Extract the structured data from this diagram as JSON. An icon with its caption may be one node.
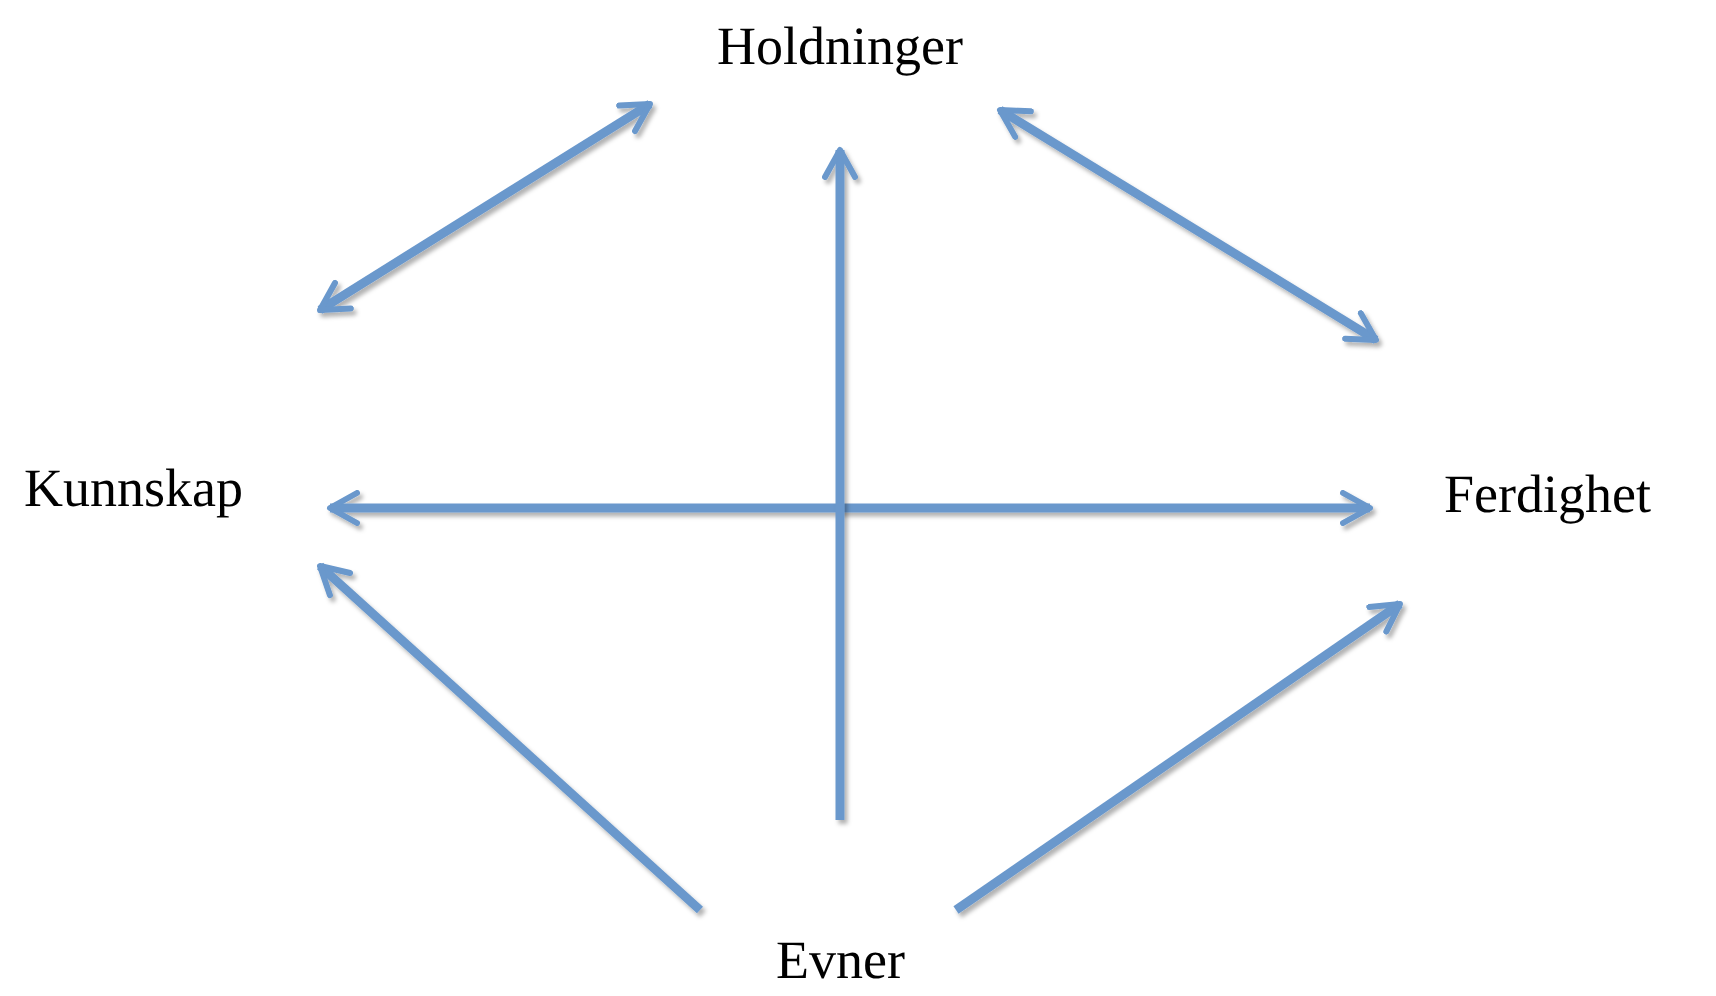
{
  "diagram": {
    "nodes": [
      {
        "text": [
          "Holdninger"
        ]
      },
      {
        "text": [
          "Kunnskap"
        ]
      },
      {
        "text": [
          "Ferdighet"
        ]
      },
      {
        "text": [
          "Evner"
        ]
      }
    ],
    "edges": [
      {
        "from": 0,
        "to": 1,
        "arrow": "both"
      },
      {
        "from": 0,
        "to": 2,
        "arrow": "both"
      },
      {
        "from": 1,
        "to": 2,
        "arrow": "both"
      },
      {
        "from": 3,
        "to": 0,
        "arrow": "to"
      },
      {
        "from": 3,
        "to": 1,
        "arrow": "to"
      },
      {
        "from": 3,
        "to": 2,
        "arrow": "to"
      }
    ]
  }
}
